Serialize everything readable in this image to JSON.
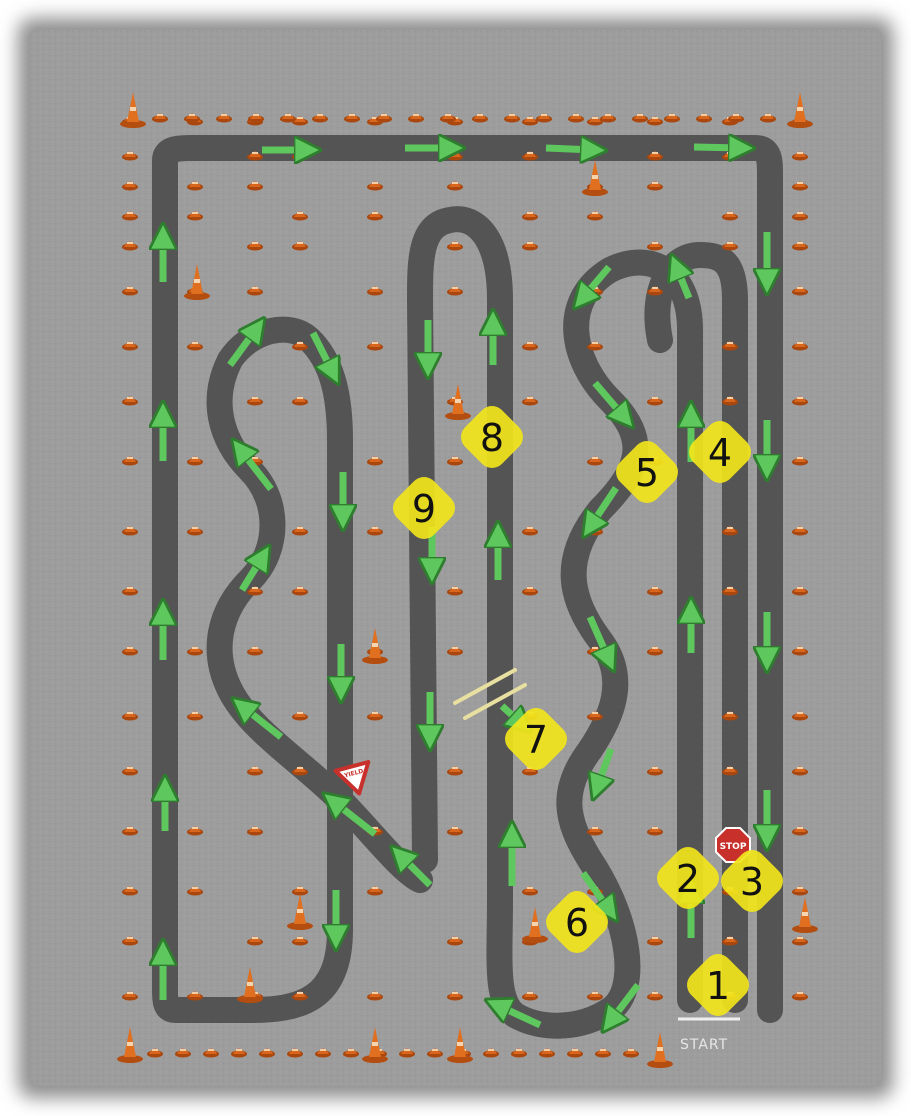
{
  "course": {
    "start_label": "START",
    "stop_sign_text": "STOP",
    "yield_sign_text": "YIELD",
    "colors": {
      "asphalt": "#9c9c9c",
      "track": "#4d4d4d",
      "arrow": "#5ec85e",
      "arrow_outline": "#2f7d2f",
      "cone": "#d8661c",
      "marker": "#f2e51c",
      "stop": "#c8312b"
    }
  },
  "markers": [
    {
      "label": "1"
    },
    {
      "label": "2"
    },
    {
      "label": "3"
    },
    {
      "label": "4"
    },
    {
      "label": "5"
    },
    {
      "label": "6"
    },
    {
      "label": "7"
    },
    {
      "label": "8"
    },
    {
      "label": "9"
    }
  ]
}
